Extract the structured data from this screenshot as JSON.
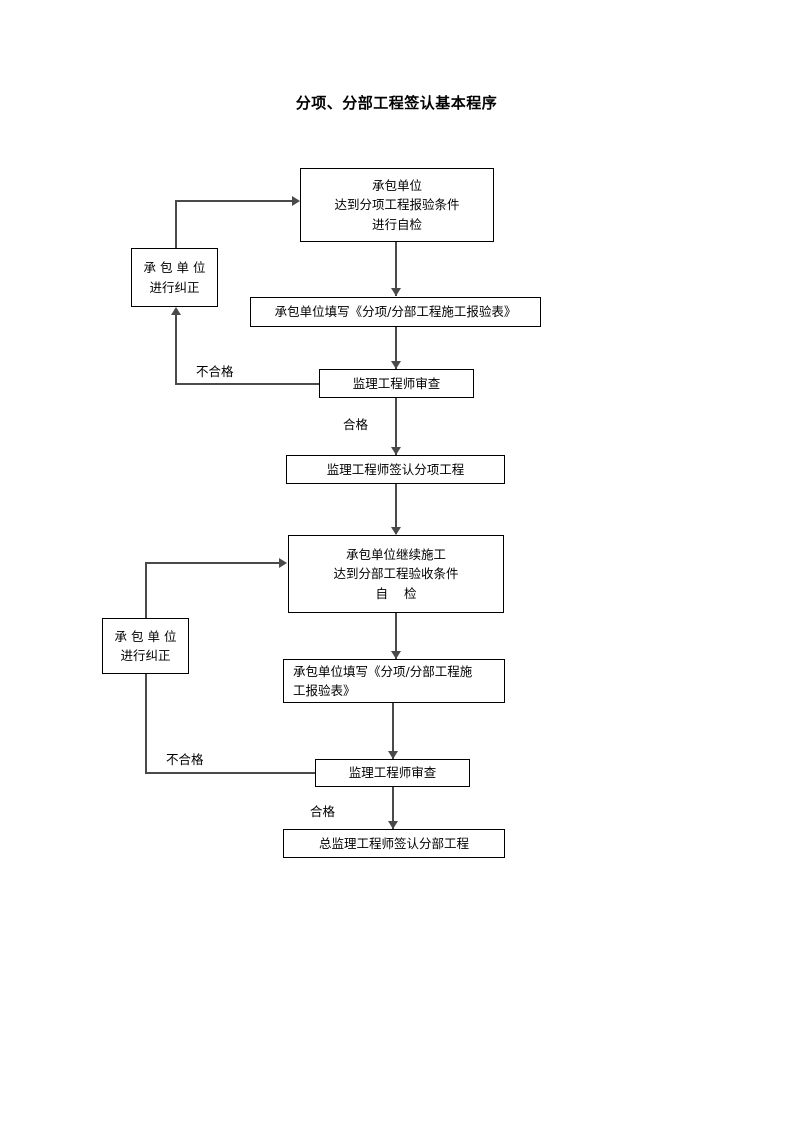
{
  "document": {
    "title": "分项、分部工程签认基本程序"
  },
  "flowchart": {
    "type": "flowchart",
    "nodes": [
      {
        "id": "n1",
        "name": "contractor-self-inspection-subitem",
        "lines": [
          "承包单位",
          "达到分项工程报验条件",
          "进行自检"
        ]
      },
      {
        "id": "n2",
        "name": "contractor-correction-upper",
        "lines": [
          "承 包 单 位",
          "进行纠正"
        ]
      },
      {
        "id": "n3",
        "name": "contractor-fill-form-upper",
        "lines": [
          "承包单位填写《分项/分部工程施工报验表》"
        ]
      },
      {
        "id": "n4",
        "name": "supervising-engineer-review-upper",
        "lines": [
          "监理工程师审查"
        ]
      },
      {
        "id": "n5",
        "name": "supervising-engineer-sign-subitem",
        "lines": [
          "监理工程师签认分项工程"
        ]
      },
      {
        "id": "n6",
        "name": "contractor-continue-construction",
        "lines": [
          "承包单位继续施工",
          "达到分部工程验收条件",
          "自    检"
        ]
      },
      {
        "id": "n7",
        "name": "contractor-correction-lower",
        "lines": [
          "承 包 单 位",
          "进行纠正"
        ]
      },
      {
        "id": "n8",
        "name": "contractor-fill-form-lower",
        "lines": [
          "承包单位填写《分项/分部工程施",
          "工报验表》"
        ]
      },
      {
        "id": "n9",
        "name": "supervising-engineer-review-lower",
        "lines": [
          "监理工程师审查"
        ]
      },
      {
        "id": "n10",
        "name": "chief-supervising-engineer-sign-section",
        "lines": [
          "总监理工程师签认分部工程"
        ]
      }
    ],
    "edge_labels": [
      {
        "id": "e1",
        "name": "edge-label-unqualified-upper",
        "text": "不合格"
      },
      {
        "id": "e2",
        "name": "edge-label-qualified-upper",
        "text": "合格"
      },
      {
        "id": "e3",
        "name": "edge-label-unqualified-lower",
        "text": "不合格"
      },
      {
        "id": "e4",
        "name": "edge-label-qualified-lower",
        "text": "合格"
      }
    ],
    "colors": {
      "line": "#4a4a4a",
      "border": "#000000",
      "background": "#ffffff",
      "text": "#000000"
    }
  }
}
